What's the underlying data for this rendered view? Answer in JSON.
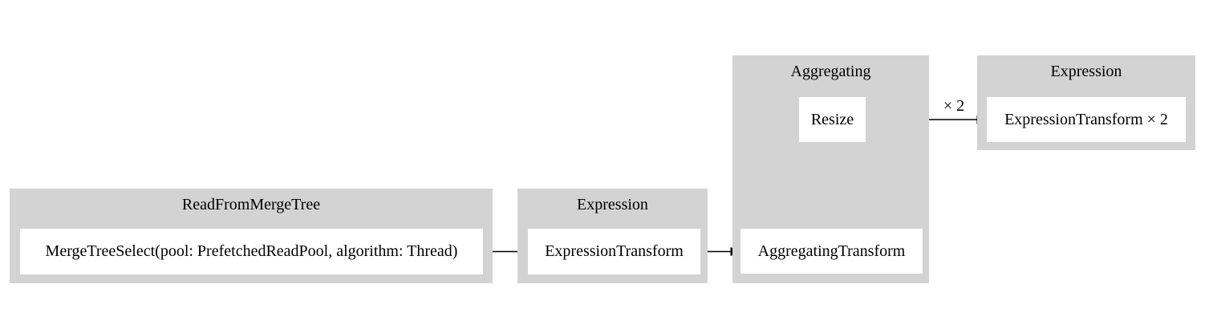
{
  "diagram": {
    "colors": {
      "background": "#ffffff",
      "cluster_fill": "#d3d3d3",
      "node_fill": "#ffffff",
      "text": "#000000",
      "edge": "#000000"
    },
    "clusters": [
      {
        "title": "ReadFromMergeTree",
        "nodes": [
          {
            "label": "MergeTreeSelect(pool: PrefetchedReadPool, algorithm: Thread)"
          }
        ]
      },
      {
        "title": "Expression",
        "nodes": [
          {
            "label": "ExpressionTransform"
          }
        ]
      },
      {
        "title": "Aggregating",
        "nodes": [
          {
            "label": "Resize"
          },
          {
            "label": "AggregatingTransform"
          }
        ]
      },
      {
        "title": "Expression",
        "nodes": [
          {
            "label": "ExpressionTransform × 2"
          }
        ]
      }
    ],
    "edges": [
      {
        "from": "MergeTreeSelect(pool: PrefetchedReadPool, algorithm: Thread)",
        "to": "ExpressionTransform",
        "label": ""
      },
      {
        "from": "ExpressionTransform",
        "to": "AggregatingTransform",
        "label": ""
      },
      {
        "from": "AggregatingTransform",
        "to": "Resize",
        "label": ""
      },
      {
        "from": "Resize",
        "to": "ExpressionTransform × 2",
        "label": "× 2"
      }
    ]
  }
}
